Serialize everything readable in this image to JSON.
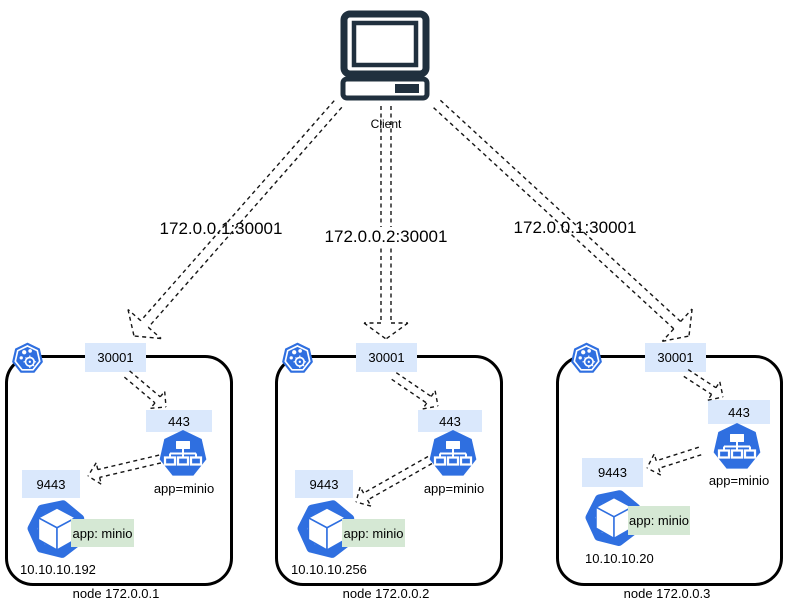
{
  "client": {
    "label": "Client"
  },
  "connections": [
    {
      "label": "172.0.0.1:30001"
    },
    {
      "label": "172.0.0.2:30001"
    },
    {
      "label": "172.0.0.1:30001"
    }
  ],
  "nodes": [
    {
      "name": "node 172.0.0.1",
      "node_port": "30001",
      "service_port": "443",
      "service_selector": "app=minio",
      "pod_port": "9443",
      "pod_label": "app: minio",
      "pod_ip": "10.10.10.192"
    },
    {
      "name": "node 172.0.0.2",
      "node_port": "30001",
      "service_port": "443",
      "service_selector": "app=minio",
      "pod_port": "9443",
      "pod_label": "app: minio",
      "pod_ip": "10.10.10.256"
    },
    {
      "name": "node 172.0.0.3",
      "node_port": "30001",
      "service_port": "443",
      "service_selector": "app=minio",
      "pod_port": "9443",
      "pod_label": "app: minio",
      "pod_ip": "10.10.10.20"
    }
  ],
  "icons": {
    "client": "computer-icon",
    "node_badge": "kubernetes-proxy-icon",
    "service": "kubernetes-service-icon",
    "pod": "kubernetes-pod-icon"
  },
  "colors": {
    "kubernetes_blue": "#2f6fe0",
    "port_box": "#dae8fc",
    "pod_label_bg": "#d5e8d4",
    "client_icon": "#20303e",
    "node_border": "#000000"
  }
}
